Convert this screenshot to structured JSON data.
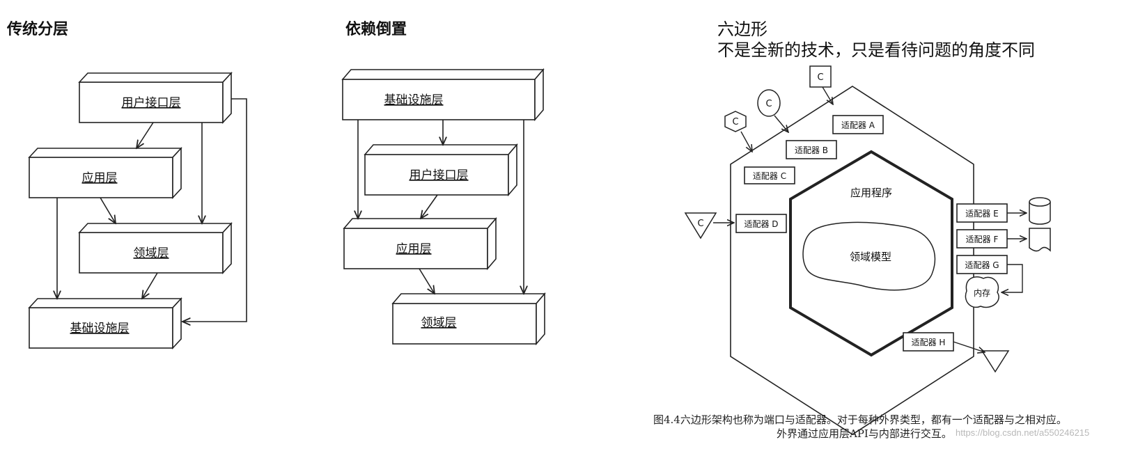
{
  "headings": {
    "traditional": "传统分层",
    "dip": "依赖倒置",
    "hexagon": "六边形",
    "hexagon_subtitle": "不是全新的技术，只是看待问题的角度不同"
  },
  "traditional_layers": {
    "ui": "用户接口层",
    "app": "应用层",
    "domain": "领域层",
    "infra": "基础设施层"
  },
  "dip_layers": {
    "infra": "基础设施层",
    "ui": "用户接口层",
    "app": "应用层",
    "domain": "领域层"
  },
  "hexagon": {
    "client_label": "C",
    "adapters": {
      "a": "适配器 A",
      "b": "适配器 B",
      "c": "适配器 C",
      "d": "适配器 D",
      "e": "适配器 E",
      "f": "适配器 F",
      "g": "适配器 G",
      "h": "适配器 H"
    },
    "application": "应用程序",
    "domain_model": "领域模型",
    "memory": "内存"
  },
  "caption": {
    "line1": "图4.4六边形架构也称为端口与适配器。对于每种外界类型，都有一个适配器与之相对应。",
    "line2": "外界通过应用层API与内部进行交互。"
  },
  "watermark": "https://blog.csdn.net/a550246215"
}
